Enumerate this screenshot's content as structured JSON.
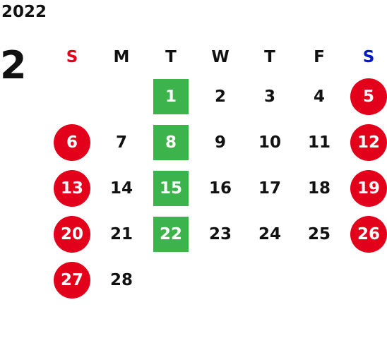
{
  "year": "2022",
  "month": "2",
  "weekdays": [
    "S",
    "M",
    "T",
    "W",
    "T",
    "F",
    "S"
  ],
  "weeks": [
    [
      "",
      "",
      "1",
      "2",
      "3",
      "4",
      "5"
    ],
    [
      "6",
      "7",
      "8",
      "9",
      "10",
      "11",
      "12"
    ],
    [
      "13",
      "14",
      "15",
      "16",
      "17",
      "18",
      "19"
    ],
    [
      "20",
      "21",
      "22",
      "23",
      "24",
      "25",
      "26"
    ],
    [
      "27",
      "28",
      "",
      "",
      "",
      "",
      ""
    ]
  ],
  "colors": {
    "sunday_label": "#e2001a",
    "saturday_label": "#0018c8",
    "weekend_circle": "#e2001a",
    "tuesday_box": "#3db34b",
    "text": "#111111"
  }
}
